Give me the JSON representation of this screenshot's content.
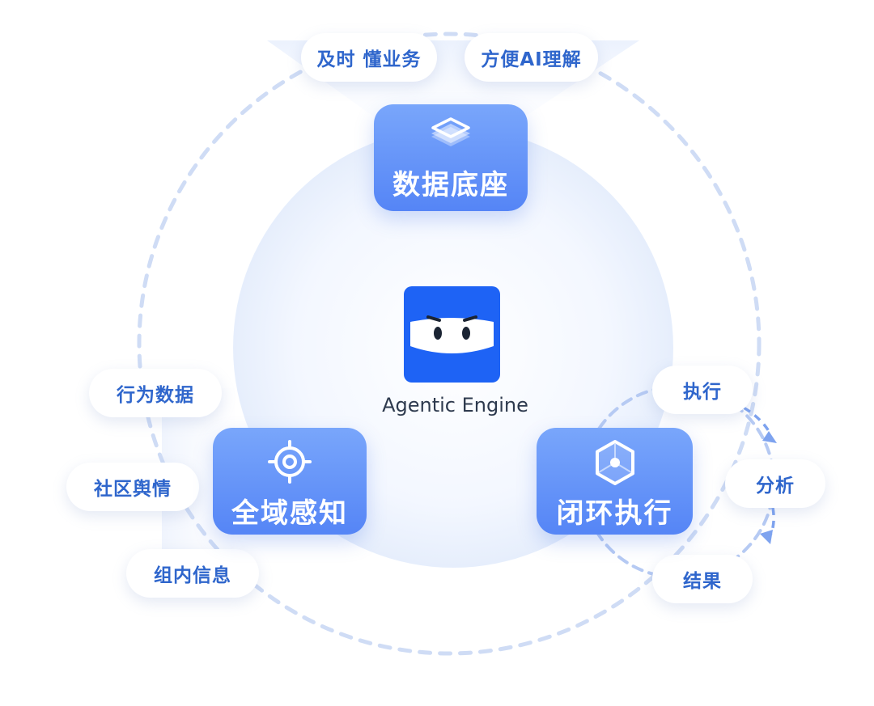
{
  "center": {
    "title": "Agentic Engine",
    "logo_icon": "ninja-mascot-icon"
  },
  "modules": {
    "data_base": {
      "title": "数据底座",
      "icon": "layers-icon"
    },
    "perception": {
      "title": "全域感知",
      "icon": "target-crosshair-icon"
    },
    "closed_loop": {
      "title": "闭环执行",
      "icon": "hexagon-cube-icon"
    }
  },
  "tags": {
    "data_base": [
      "及时 懂业务",
      "方便AI理解"
    ],
    "perception": [
      "行为数据",
      "社区舆情",
      "组内信息"
    ],
    "closed_loop": [
      "执行",
      "分析",
      "结果"
    ]
  },
  "colors": {
    "card_top": "#79a6fb",
    "card_bottom": "#5585f6",
    "tag_text": "#2f66cc",
    "logo_bg": "#1e63f5",
    "dashed_ring": "#cfdcf5",
    "loop_arrow": "#7ea3ef"
  }
}
